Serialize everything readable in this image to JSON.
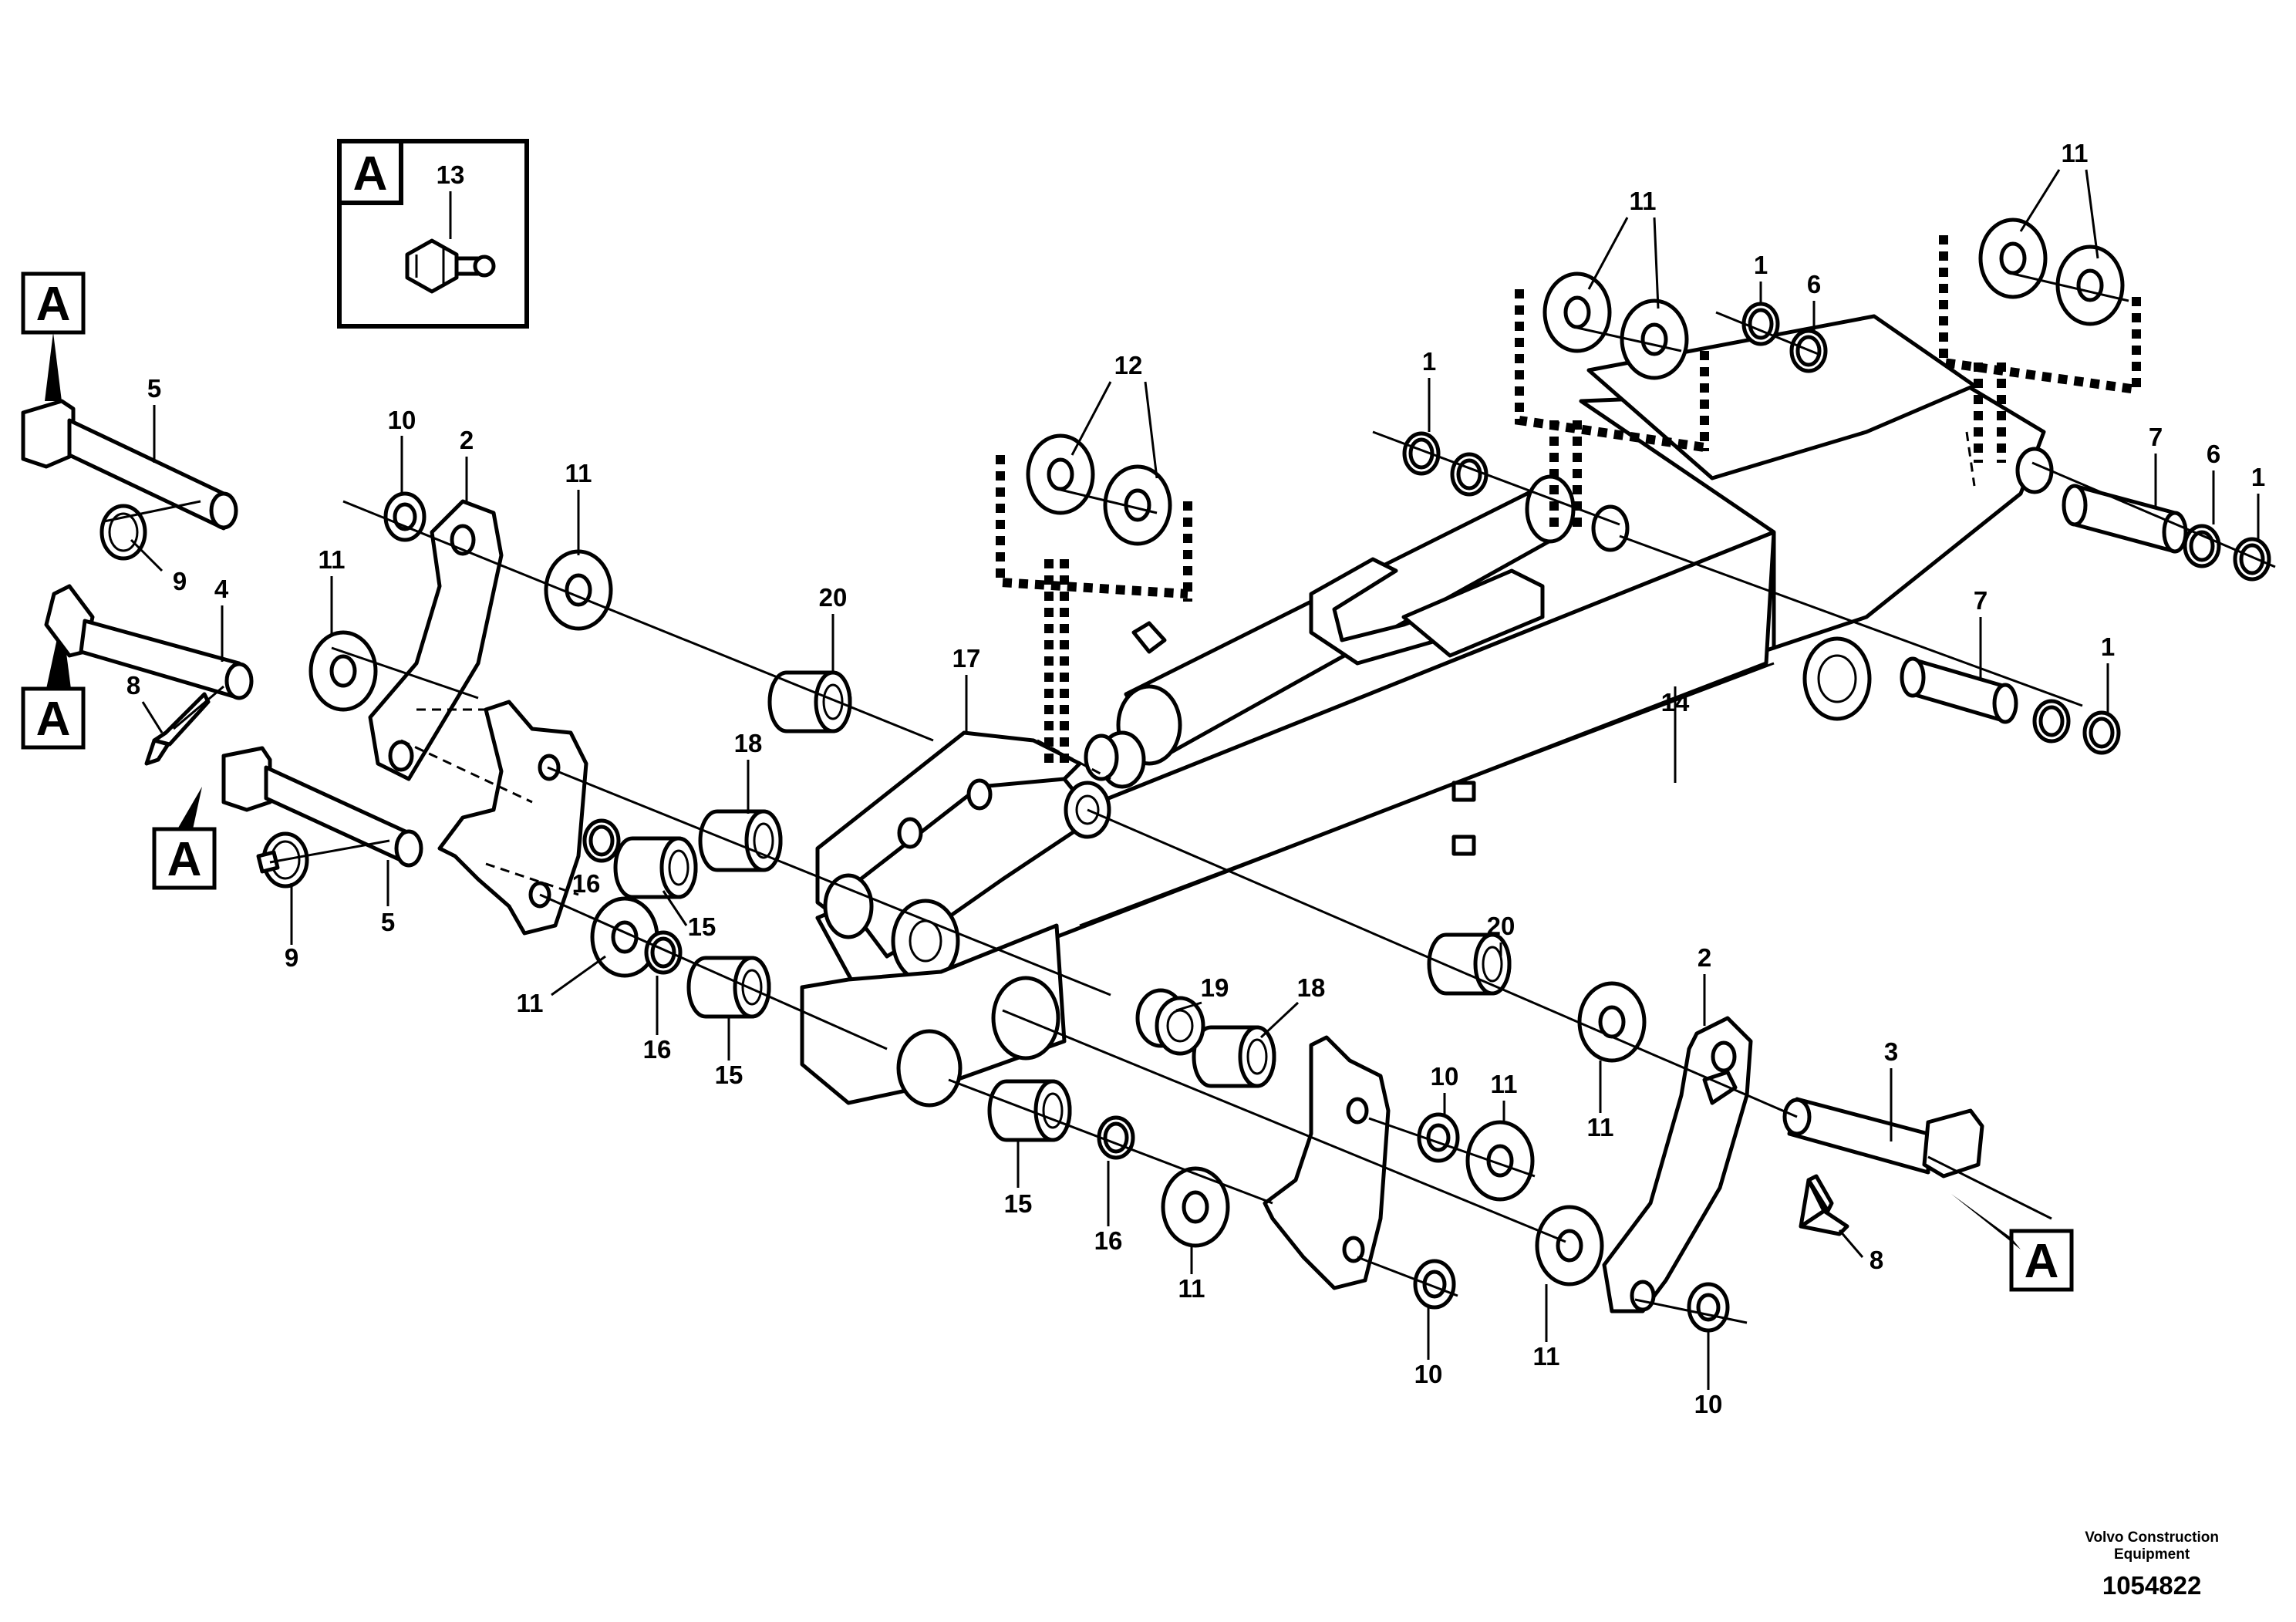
{
  "detail_box": {
    "label": "A",
    "part": "13"
  },
  "reference_label": "A",
  "callouts": {
    "c1": "1",
    "c2": "2",
    "c3": "3",
    "c4": "4",
    "c5": "5",
    "c6": "6",
    "c7": "7",
    "c8": "8",
    "c9": "9",
    "c10": "10",
    "c11": "11",
    "c12": "12",
    "c14": "14",
    "c15": "15",
    "c16": "16",
    "c17": "17",
    "c18": "18",
    "c19": "19",
    "c20": "20"
  },
  "footer": {
    "company_line1": "Volvo Construction",
    "company_line2": "Equipment",
    "document_number": "1054822"
  }
}
